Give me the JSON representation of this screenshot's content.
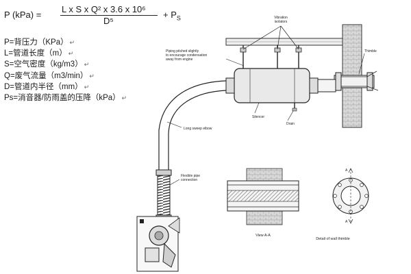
{
  "formula": {
    "lhs": "P (kPa) =",
    "numerator": "L x S x Q² x 3.6 x 10⁶",
    "denominator": "D⁵",
    "plus": "+ P",
    "plus_sub": "S"
  },
  "legend": [
    "P=背压力（KPa）",
    "L=管道长度（m）",
    "S=空气密度（kg/m3）",
    "Q=废气流量（m3/min）",
    "D=管道内半径（mm）",
    "Ps=消音器/防雨盖的压降（kPa）"
  ],
  "return_glyph": "↵",
  "diagram_labels": {
    "vibration_isolators": [
      "Vibration",
      "isolators"
    ],
    "piping_pitched": [
      "Piping pitched slightly",
      "to encourage condensation",
      "away from engine"
    ],
    "thimble": "Thimble",
    "silencer": "Silencer",
    "drain": "Drain",
    "long_sweep_elbow": "Long sweep elbow",
    "flexible_pipe": [
      "Flexible pipe",
      "connection"
    ],
    "section_a": "A",
    "view_aa": "View A-A",
    "detail_wall_thimble": "Detail of wall thimble"
  }
}
